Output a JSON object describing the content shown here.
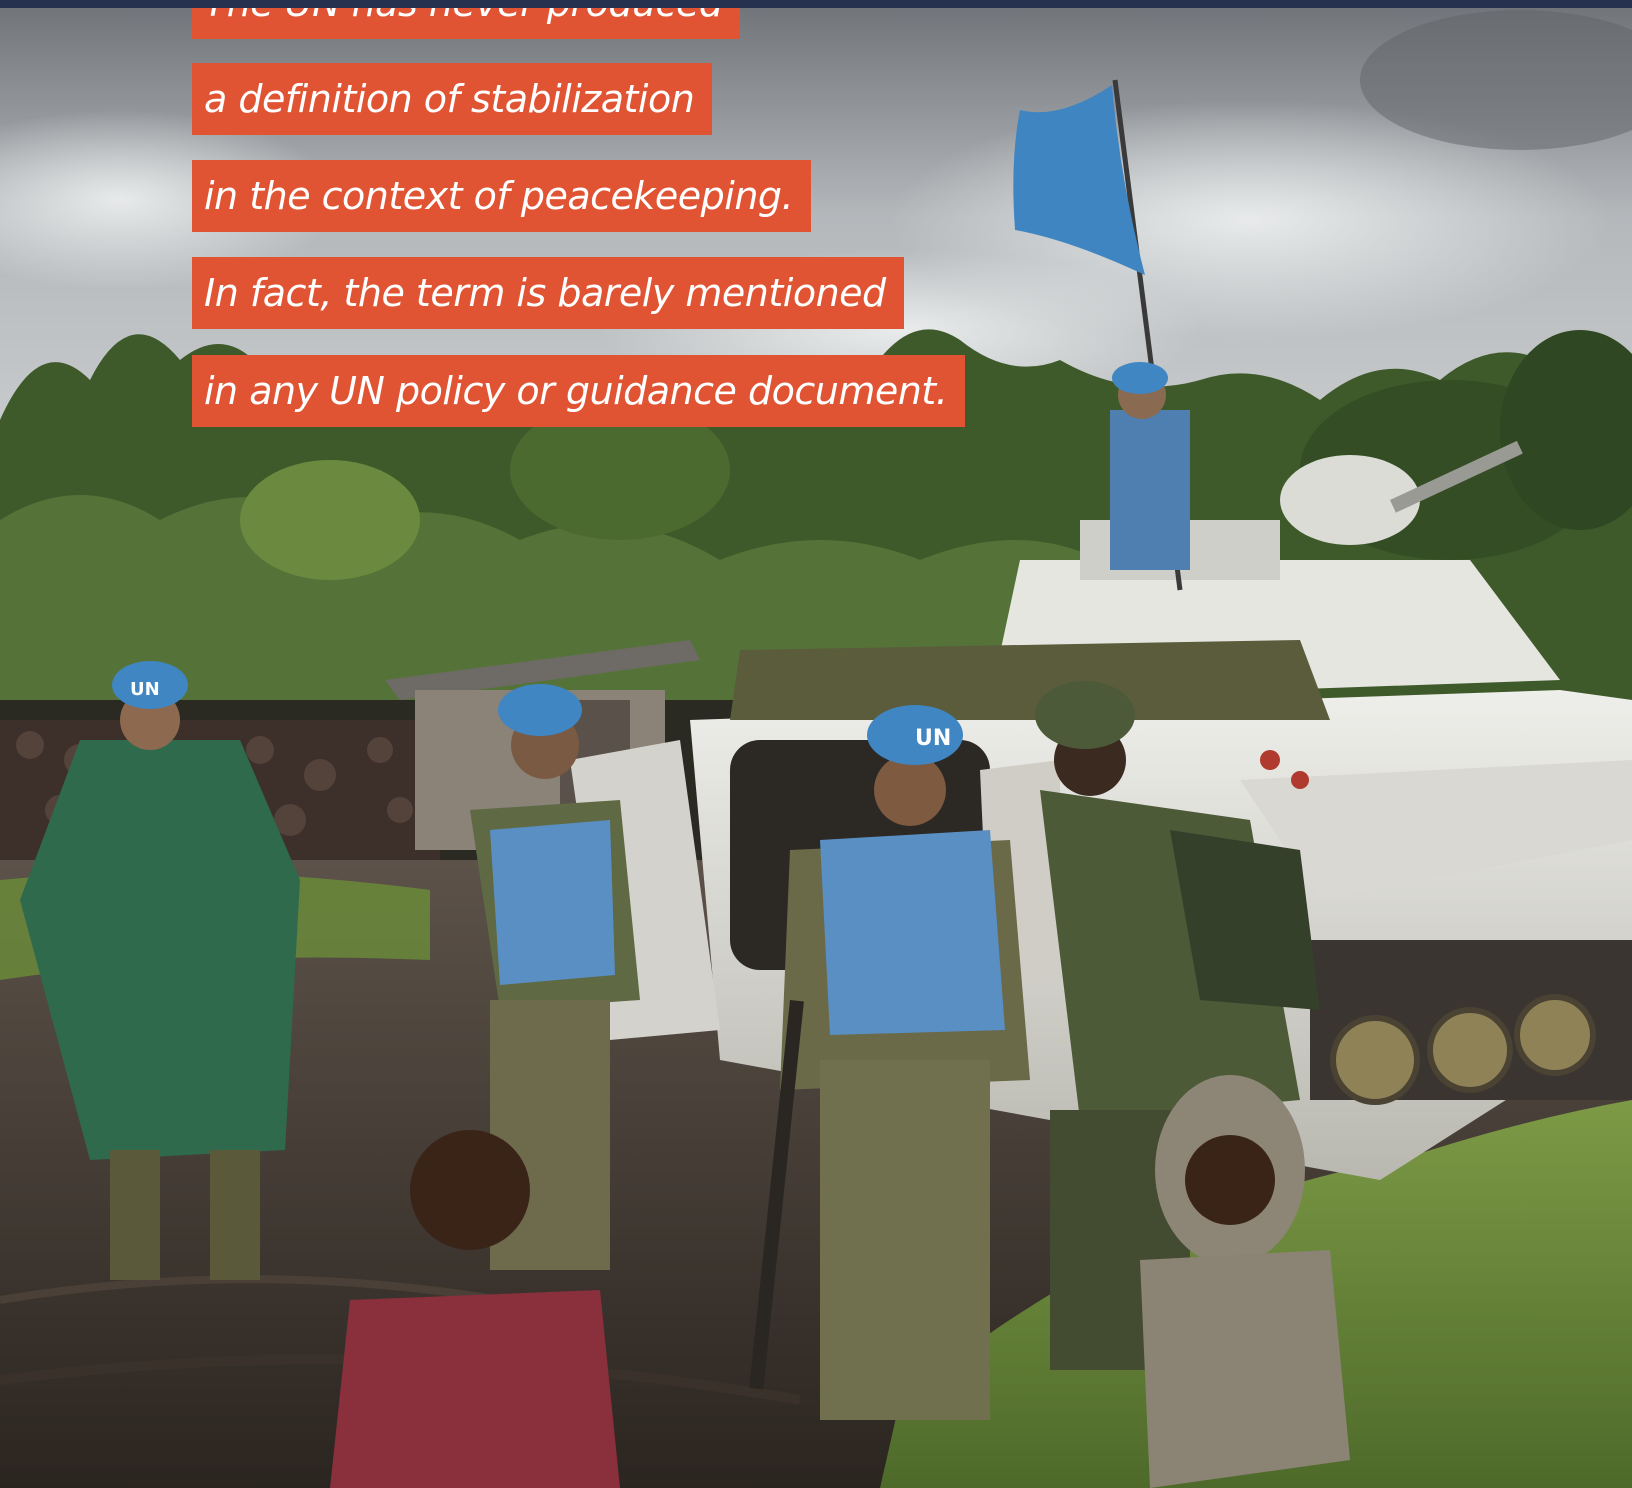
{
  "quote": {
    "lines": [
      "The UN has never produced",
      "a definition of stabilization",
      "in the context of peacekeeping.",
      "In fact, the term is barely mentioned",
      "in any UN policy or guidance document."
    ]
  },
  "photo": {
    "helmet_text": "UN",
    "colors": {
      "accent": "#e05433",
      "rule": "#26304f",
      "un_blue": "#3f86c3"
    }
  }
}
